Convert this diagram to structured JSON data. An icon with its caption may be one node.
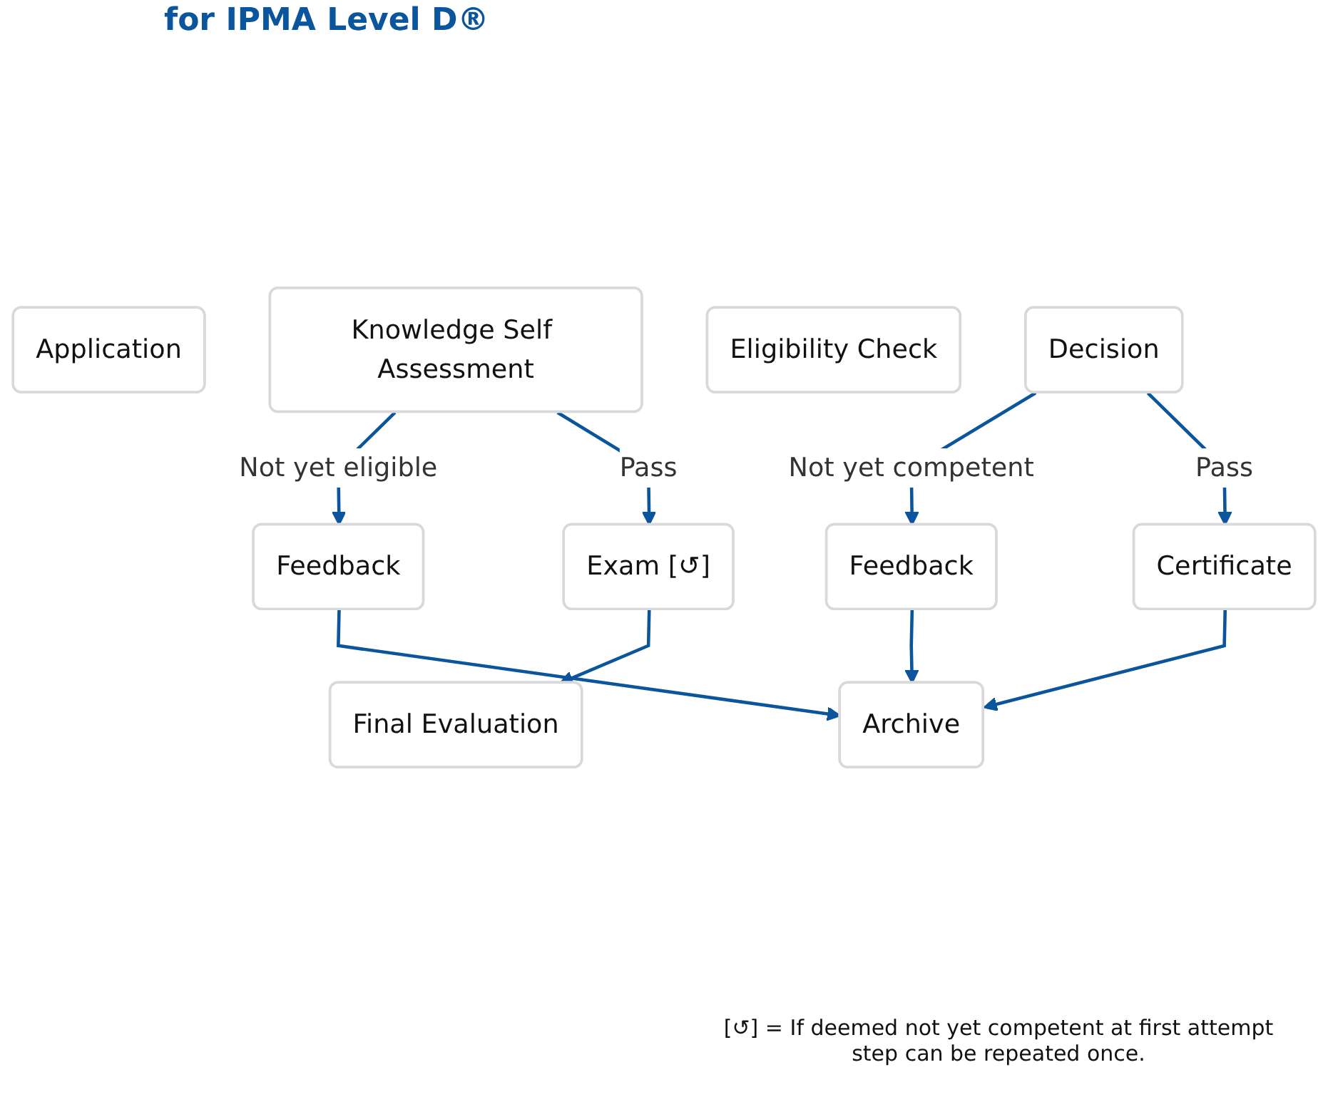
{
  "diagram": {
    "title": "for IPMA Level D®",
    "nodes": [
      {
        "text": [
          "Application"
        ]
      },
      {
        "text": [
          "Knowledge Self Assessment"
        ]
      },
      {
        "text": [
          "Feedback"
        ]
      },
      {
        "text": [
          "Eligibility Check"
        ]
      },
      {
        "text": [
          "Exam [↺]"
        ]
      },
      {
        "text": [
          "Final Evaluation"
        ]
      },
      {
        "text": [
          "Decision"
        ]
      },
      {
        "text": [
          "Feedback"
        ]
      },
      {
        "text": [
          "Certificate"
        ]
      },
      {
        "text": [
          "Archive"
        ]
      }
    ],
    "edges": [
      {
        "from": 1,
        "to": 2,
        "arrow": "to",
        "label": "Not yet eligible"
      },
      {
        "from": 1,
        "to": 4,
        "arrow": "to",
        "label": "Pass"
      },
      {
        "from": 4,
        "to": 5,
        "arrow": "to"
      },
      {
        "from": 6,
        "to": 7,
        "arrow": "to",
        "label": "Not yet competent"
      },
      {
        "from": 6,
        "to": 8,
        "arrow": "to",
        "label": "Pass"
      },
      {
        "from": 2,
        "to": 9,
        "arrow": "to"
      },
      {
        "from": 7,
        "to": 9,
        "arrow": "to"
      },
      {
        "from": 8,
        "to": 9,
        "arrow": "to"
      }
    ],
    "labels": [
      "[↺] = If deemed not yet competent at first attempt step can be repeated once."
    ]
  }
}
